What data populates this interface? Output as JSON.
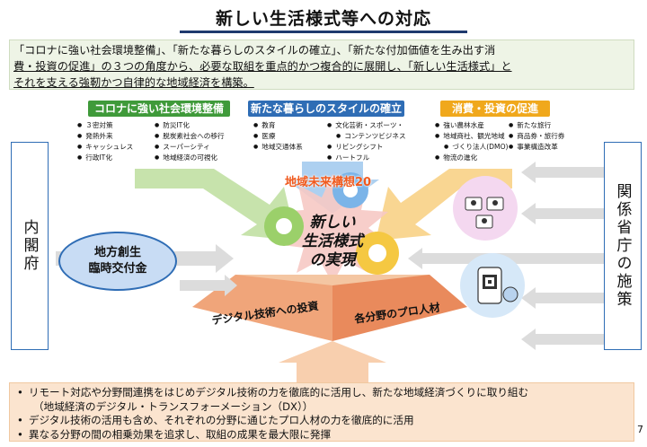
{
  "title": "新しい生活様式等への対応",
  "summary": {
    "line1": "「コロナに強い社会環境整備」、「新たな暮らしのスタイルの確立」、「新たな付加価値を生み出す消",
    "line2": "費・投資の促進」の３つの角度から、必要な取組を重点的かつ複合的に展開し、「新しい生活様式」と",
    "line3": "それを支える強靭かつ自律的な地域経済を構築。"
  },
  "pillars": [
    {
      "label": "コロナに強い社会環境整備",
      "color": "#3f9a3a",
      "col1": [
        "３密対策",
        "発熱外来",
        "キャッシュレス",
        "行政IT化"
      ],
      "col2": [
        "防災IT化",
        "脱炭素社会への移行",
        "スーパーシティ",
        "地域経済の可視化"
      ]
    },
    {
      "label": "新たな暮らしのスタイルの確立",
      "color": "#2f6db5",
      "col1": [
        "教育",
        "医療",
        "地域交通体系"
      ],
      "col2": [
        "文化芸術・スポーツ・",
        "コンテンツビジネス",
        "リビングシフト",
        "ハートフル"
      ]
    },
    {
      "label": "消費・投資の促進",
      "color": "#f0a81c",
      "col1": [
        "強い農林水産",
        "地域商社、観光地域",
        "づくり法人(DMO)",
        "物流の進化"
      ],
      "col2": [
        "新たな旅行",
        "商品券・旅行券",
        "事業構造改革"
      ]
    }
  ],
  "center": {
    "plan": "地域未来構想20",
    "new_life_1": "新しい",
    "new_life_2": "生活様式",
    "new_life_3": "の実現",
    "base_left": "デジタル技術への投資",
    "base_right": "各分野のプロ人材"
  },
  "left_side": {
    "cabinet": "内閣府",
    "grant_1": "地方創生",
    "grant_2": "臨時交付金"
  },
  "right_side": {
    "ministries": "関係省庁の施策"
  },
  "bottom": {
    "item1_a": "リモート対応や分野間連携をはじめデジタル技術の力を徹底的に活用し、新たな地域経済づくりに取り組む",
    "item1_b": "（地域経済のデジタル・トランスフォーメーション（DX））",
    "item2": "デジタル技術の活用も含め、それぞれの分野に通じたプロ人材の力を徹底的に活用",
    "item3": "異なる分野の間の相乗効果を追求し、取組の成果を最大限に発揮"
  },
  "page_number": "7"
}
